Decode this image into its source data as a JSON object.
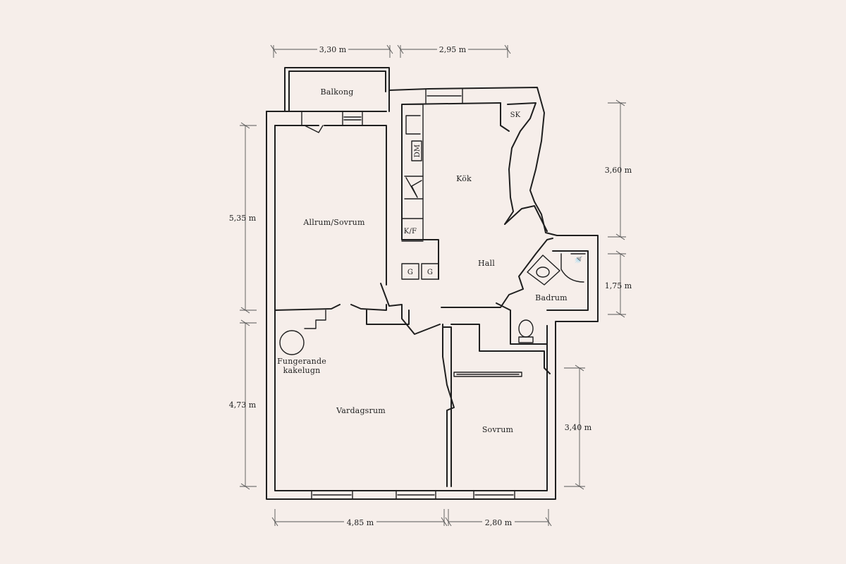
{
  "rooms": {
    "balcony": "Balkong",
    "allrum": "Allrum/Sovrum",
    "kitchen": "Kök",
    "hall": "Hall",
    "bathroom": "Badrum",
    "living": "Vardagsrum",
    "bedroom": "Sovrum",
    "stove_line1": "Fungerande",
    "stove_line2": "kakelugn"
  },
  "fixtures": {
    "sk": "SK",
    "dm": "DM",
    "kf": "K/F",
    "g1": "G",
    "g2": "G"
  },
  "dimensions": {
    "top_left": "3,30 m",
    "top_right": "2,95 m",
    "left_upper": "5,35 m",
    "left_lower": "4,73 m",
    "right_kitchen": "3,60 m",
    "right_bath": "1,75 m",
    "right_bedroom": "3,40 m",
    "bottom_left": "4,85 m",
    "bottom_right": "2,80 m"
  }
}
